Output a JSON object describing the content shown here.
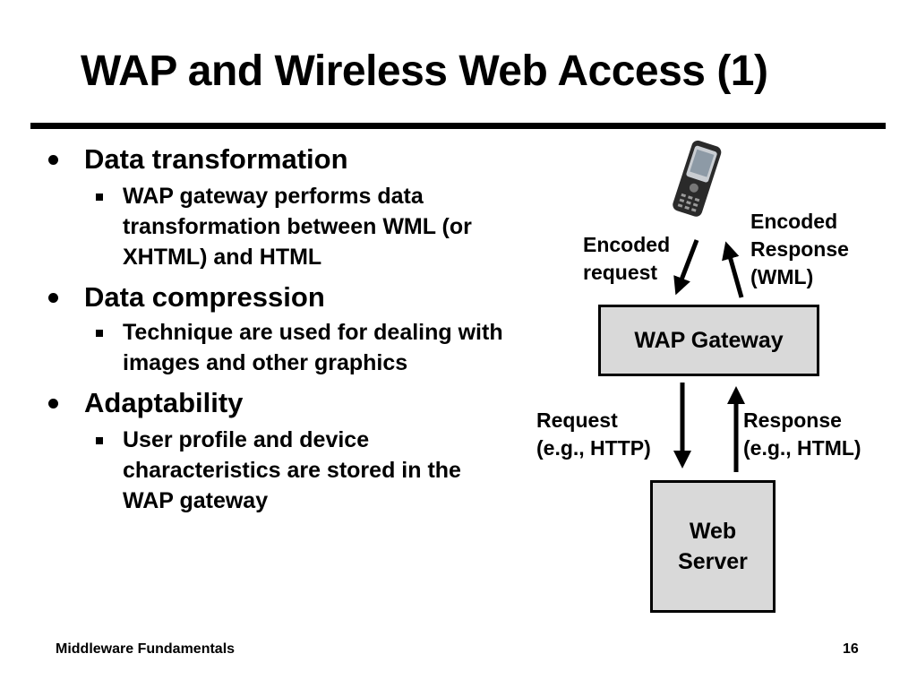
{
  "slide": {
    "title": "WAP and Wireless Web Access  (1)",
    "footer_left": "Middleware Fundamentals",
    "page_number": "16"
  },
  "bullets": [
    {
      "text": "Data transformation",
      "sub": [
        "WAP gateway performs data",
        "transformation between WML (or",
        "XHTML) and HTML"
      ]
    },
    {
      "text": "Data compression",
      "sub": [
        "Technique are used for dealing with",
        "images and other graphics"
      ]
    },
    {
      "text": "Adaptability",
      "sub": [
        "User profile and device",
        "characteristics are stored in the",
        "WAP gateway"
      ]
    }
  ],
  "diagram": {
    "encoded_request": [
      "Encoded",
      "request"
    ],
    "encoded_response": [
      "Encoded",
      "Response",
      "(WML)"
    ],
    "gateway": "WAP Gateway",
    "request": [
      "Request",
      "(e.g., HTTP)"
    ],
    "response": [
      "Response",
      "(e.g., HTML)"
    ],
    "server": [
      "Web",
      "Server"
    ],
    "phone_icon": "mobile-phone-icon"
  }
}
